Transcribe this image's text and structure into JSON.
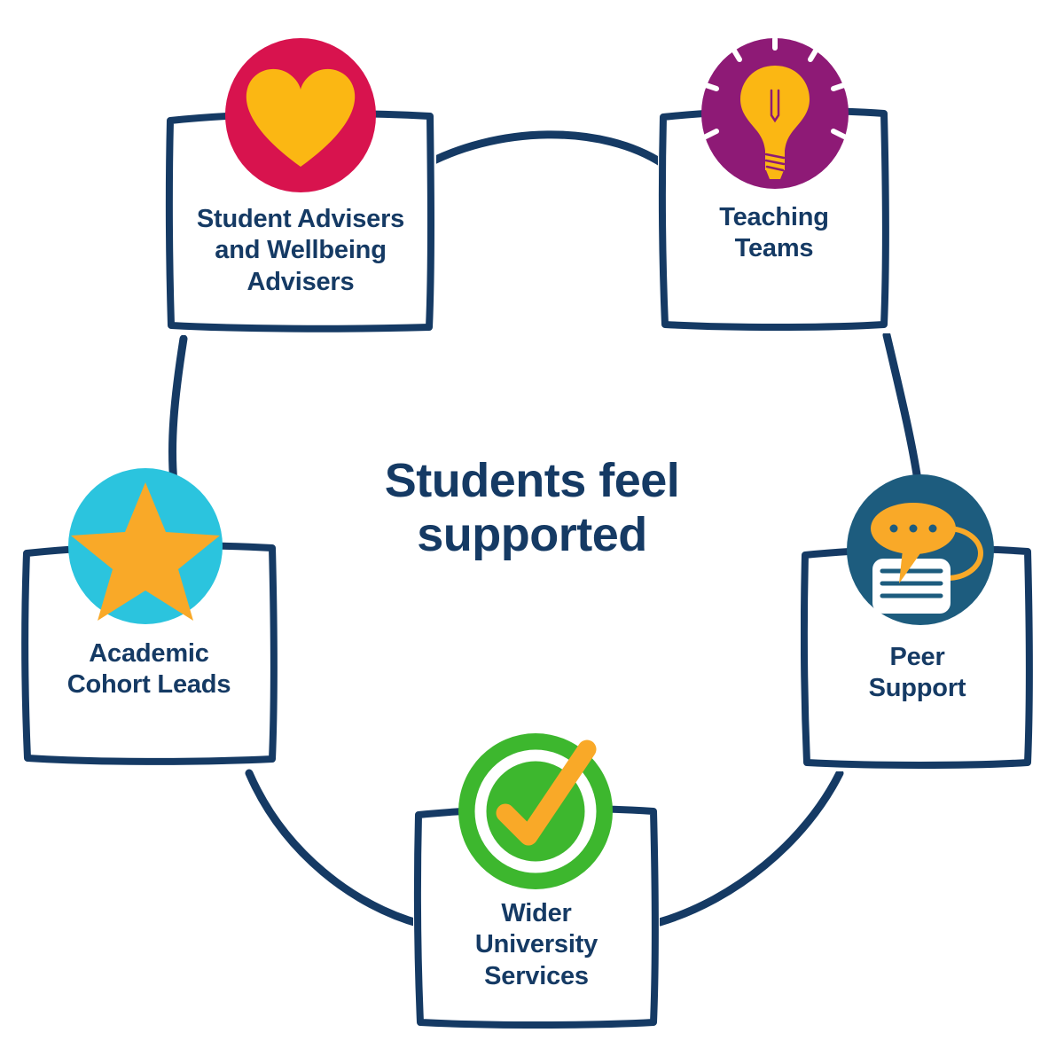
{
  "center": {
    "title_line1": "Students feel",
    "title_line2": "supported",
    "color": "#153a64"
  },
  "palette": {
    "outline": "#153a64",
    "text": "#153a64",
    "orange": "#F9A928",
    "yellow": "#FBB713",
    "crimson": "#D8134E",
    "purple": "#8E1A76",
    "cyan": "#2BC4DE",
    "green": "#3DB72E",
    "teal": "#1D5C7E",
    "white": "#ffffff",
    "background": "#ffffff"
  },
  "nodes": [
    {
      "id": "student-advisers",
      "label_lines": [
        "Student Advisers",
        "and Wellbeing",
        "Advisers"
      ],
      "icon": "heart-icon",
      "circle_color": "#D8134E",
      "icon_color": "#FBB713",
      "position": "top-left"
    },
    {
      "id": "teaching-teams",
      "label_lines": [
        "Teaching",
        "Teams"
      ],
      "icon": "lightbulb-icon",
      "circle_color": "#8E1A76",
      "icon_color": "#FBB713",
      "position": "top-right"
    },
    {
      "id": "peer-support",
      "label_lines": [
        "Peer",
        "Support"
      ],
      "icon": "speech-bubbles-document-icon",
      "circle_color": "#1D5C7E",
      "icon_color": "#F9A928",
      "position": "right"
    },
    {
      "id": "wider-university-services",
      "label_lines": [
        "Wider",
        "University",
        "Services"
      ],
      "icon": "check-circle-icon",
      "circle_color": "#3DB72E",
      "icon_color": "#F9A928",
      "position": "bottom"
    },
    {
      "id": "academic-cohort-leads",
      "label_lines": [
        "Academic",
        "Cohort Leads"
      ],
      "icon": "star-icon",
      "circle_color": "#2BC4DE",
      "icon_color": "#F9A928",
      "position": "left"
    }
  ],
  "connections": [
    {
      "from": "student-advisers",
      "to": "teaching-teams"
    },
    {
      "from": "student-advisers",
      "to": "academic-cohort-leads"
    },
    {
      "from": "teaching-teams",
      "to": "peer-support"
    },
    {
      "from": "academic-cohort-leads",
      "to": "wider-university-services"
    },
    {
      "from": "wider-university-services",
      "to": "peer-support"
    }
  ]
}
